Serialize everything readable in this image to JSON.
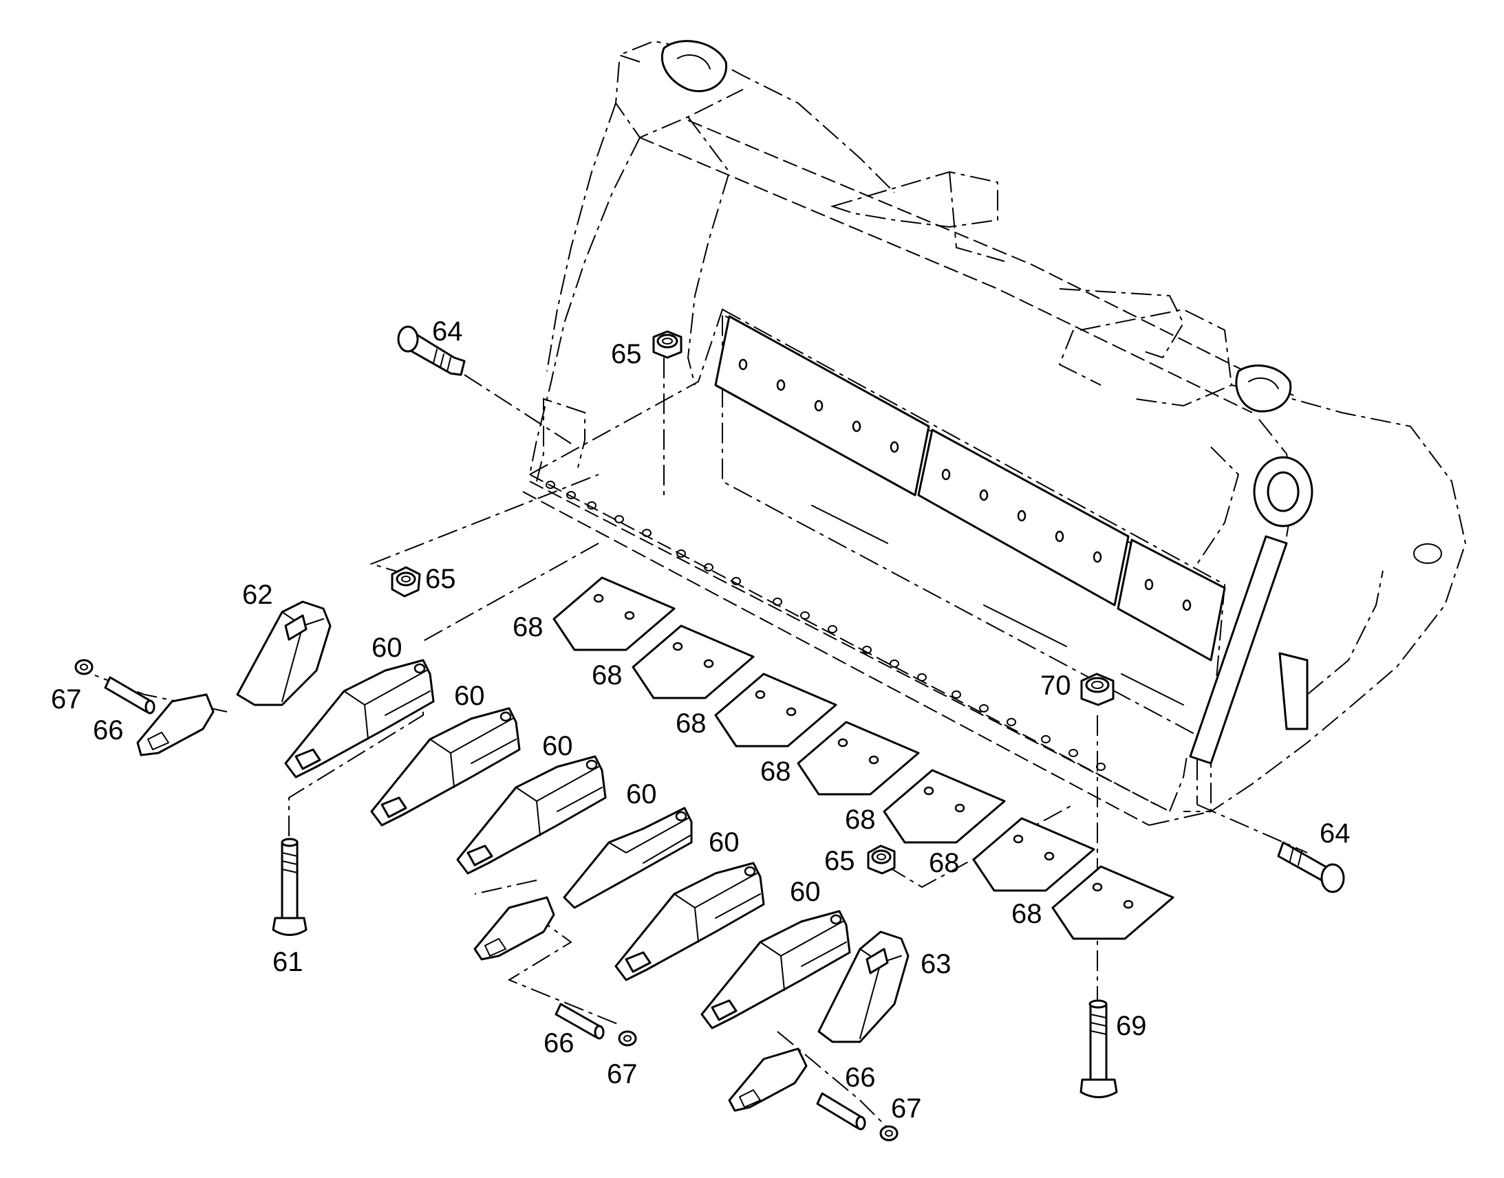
{
  "callouts": {
    "c60a": "60",
    "c60b": "60",
    "c60c": "60",
    "c60d": "60",
    "c60e": "60",
    "c60f": "60",
    "c61": "61",
    "c62": "62",
    "c63": "63",
    "c64a": "64",
    "c64b": "64",
    "c65a": "65",
    "c65b": "65",
    "c65c": "65",
    "c66a": "66",
    "c66b": "66",
    "c66c": "66",
    "c67a": "67",
    "c67b": "67",
    "c67c": "67",
    "c68a": "68",
    "c68b": "68",
    "c68c": "68",
    "c68d": "68",
    "c68e": "68",
    "c68f": "68",
    "c68g": "68",
    "c69": "69",
    "c70": "70"
  }
}
